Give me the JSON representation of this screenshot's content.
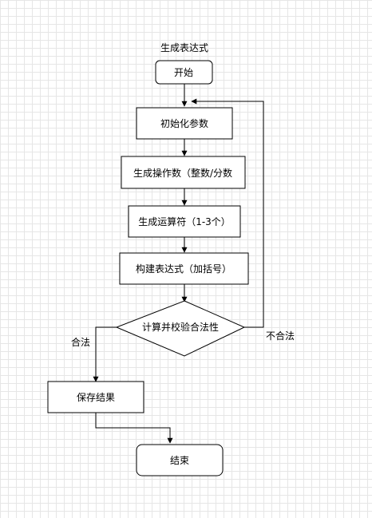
{
  "diagram": {
    "title": "生成表达式",
    "nodes": {
      "start": "开始",
      "init_params": "初始化参数",
      "gen_operands": "生成操作数（整数/分数",
      "gen_operators": "生成运算符（1-3个）",
      "build_expr": "构建表达式（加括号）",
      "check": "计算并校验合法性",
      "save": "保存结果",
      "end": "结束"
    },
    "edge_labels": {
      "valid": "合法",
      "invalid": "不合法"
    }
  }
}
